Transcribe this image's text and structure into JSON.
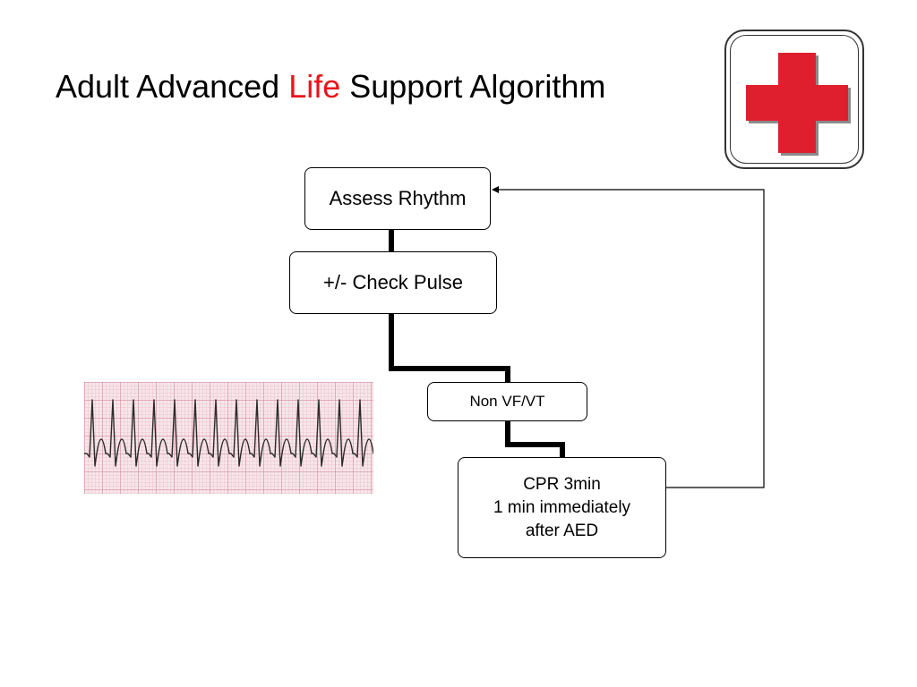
{
  "title": {
    "part1": "Adult Advanced ",
    "highlight": "Life",
    "part2": " Support Algorithm"
  },
  "colors": {
    "title_accent": "#e8141c",
    "cross_red": "#e01f2e"
  },
  "logo": {
    "icon": "red-cross-icon"
  },
  "nodes": {
    "assess_rhythm": "Assess Rhythm",
    "check_pulse": "+/- Check Pulse",
    "non_vf_vt": "Non VF/VT",
    "cpr": {
      "line1": "CPR 3min",
      "line2": "1 min immediately",
      "line3": "after AED"
    }
  },
  "ecg": {
    "icon": "ecg-strip-image"
  }
}
